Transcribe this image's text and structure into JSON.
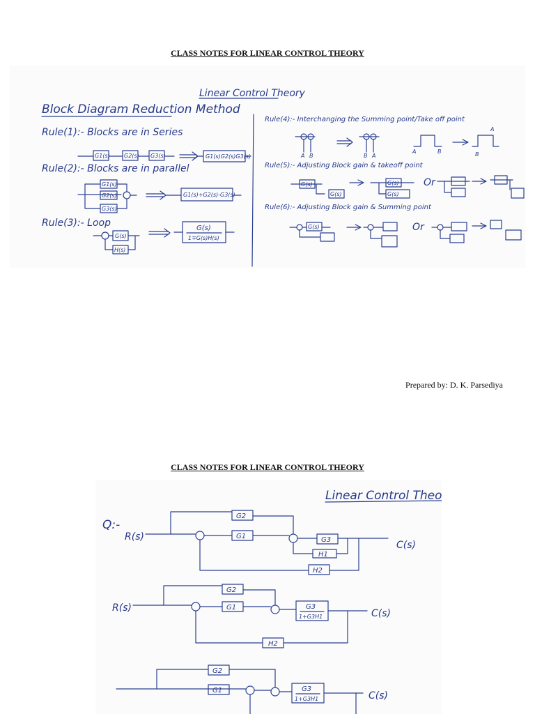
{
  "page1": {
    "title": "CLASS NOTES FOR LINEAR CONTROL THEORY",
    "prepared_by": "Prepared by: D. K. Parsediya",
    "notes": {
      "heading": "Linear Control Theory",
      "section": "Block Diagram Reduction Method",
      "rule1": "Rule(1):- Blocks are in Series",
      "rule2": "Rule(2):- Blocks are in parallel",
      "rule3": "Rule(3):- Loop",
      "rule4": "Rule(4):- Interchanging the Summing point/Take off point",
      "rule5": "Rule(5):- Adjusting Block gain & takeoff point",
      "rule6": "Rule(6):- Adjusting Block gain & Summing point",
      "series_result": "G1(s)G2(s)G3(s)",
      "parallel_result": "G1(s)+G2(s)-G3(s)",
      "loop_num": "G(s)",
      "loop_den": "1∓G(s)H(s)",
      "g1": "G1(s)",
      "g2": "G2(s)",
      "g3": "G3(s)",
      "g": "G(s)",
      "h": "H(s)",
      "or": "Or",
      "label_a": "A",
      "label_b": "B"
    }
  },
  "page2": {
    "title": "CLASS NOTES FOR LINEAR CONTROL THEORY",
    "notes": {
      "heading": "Linear Control Theory",
      "q": "Q:-",
      "rs": "R(s)",
      "cs": "C(s)",
      "g1": "G1",
      "g2": "G2",
      "g3": "G3",
      "h1": "H1",
      "h2": "H2",
      "g3_den": "1+G3H1"
    }
  }
}
